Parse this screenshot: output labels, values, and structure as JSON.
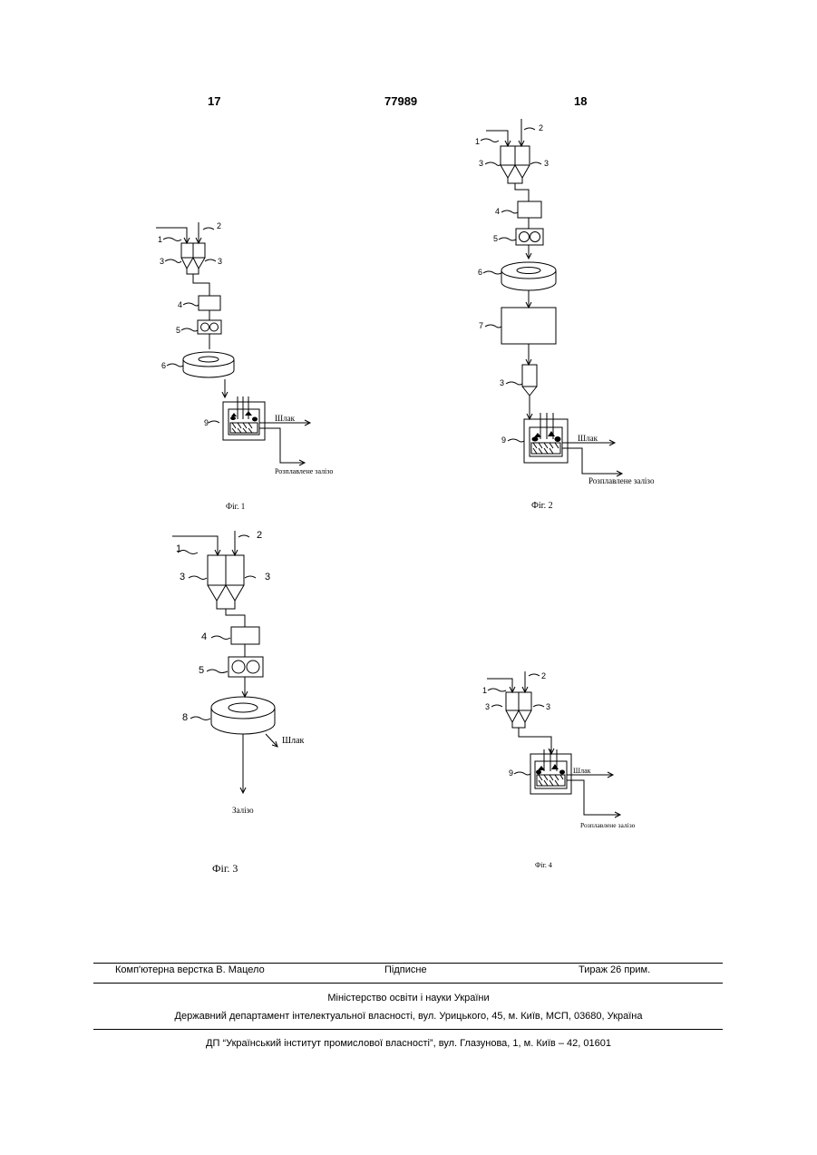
{
  "header": {
    "page_left": "17",
    "patent_number": "77989",
    "page_right": "18"
  },
  "labels": {
    "n1": "1",
    "n2": "2",
    "n3": "3",
    "n4": "4",
    "n5": "5",
    "n6": "6",
    "n7": "7",
    "n8": "8",
    "n9": "9"
  },
  "texts": {
    "slag": "Шлак",
    "molten_iron": "Розплавлене залізо",
    "iron": "Залізо"
  },
  "figures": {
    "fig1": "Фіг. 1",
    "fig2": "Фіг. 2",
    "fig3": "Фіг. 3",
    "fig4": "Фіг. 4"
  },
  "footer": {
    "typesetting": "Комп'ютерна верстка В. Мацело",
    "signed": "Підписне",
    "circulation": "Тираж 26 прим.",
    "ministry": "Міністерство освіти і науки України",
    "department": "Державний департамент інтелектуальної власності, вул. Урицького, 45, м. Київ, МСП, 03680, Україна",
    "institute": "ДП “Український інститут промислової власності”, вул. Глазунова, 1, м. Київ – 42, 01601"
  }
}
